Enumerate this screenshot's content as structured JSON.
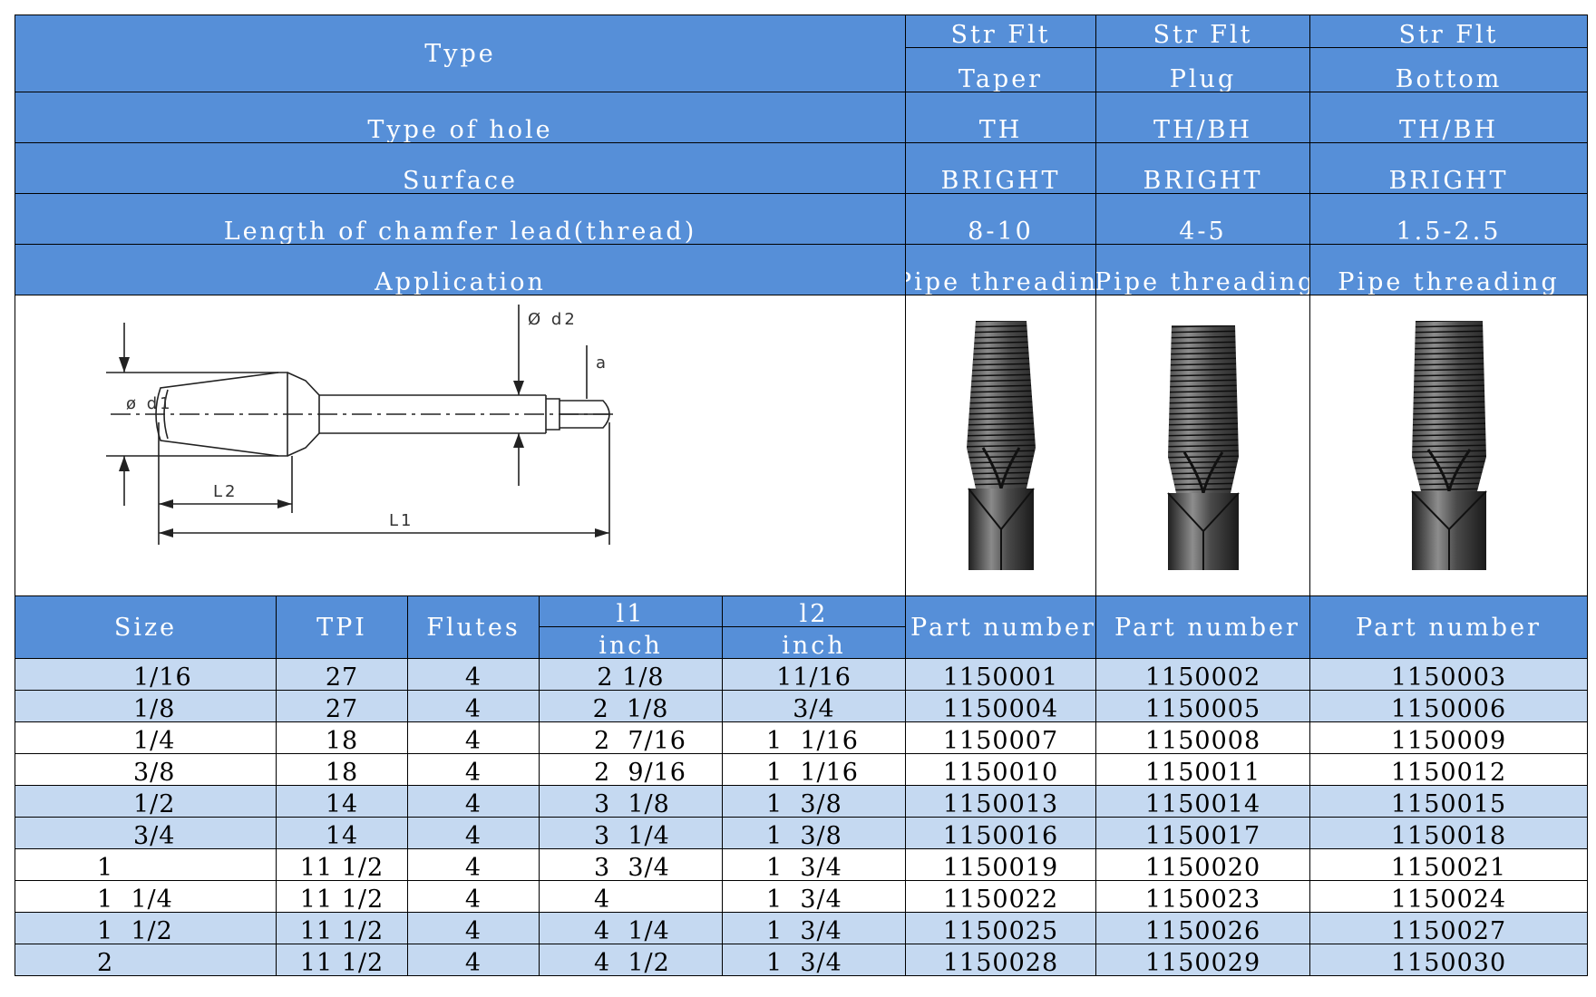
{
  "header": {
    "type_label": "Type",
    "type_of_hole_label": "Type of hole",
    "surface_label": "Surface",
    "chamfer_label": "Length of chamfer lead(thread)",
    "application_label": "Application",
    "variants": [
      {
        "line1": "Str Flt",
        "line2": "Taper",
        "hole": "TH",
        "surface": "BRIGHT",
        "chamfer": "8-10",
        "application": "Pipe threading"
      },
      {
        "line1": "Str Flt",
        "line2": "Plug",
        "hole": "TH/BH",
        "surface": "BRIGHT",
        "chamfer": "4-5",
        "application": "Pipe threading"
      },
      {
        "line1": "Str Flt",
        "line2": "Bottom",
        "hole": "TH/BH",
        "surface": "BRIGHT",
        "chamfer": "1.5-2.5",
        "application": "Pipe threading"
      }
    ]
  },
  "diagram": {
    "labels": {
      "d1": "ø d1",
      "d2": "Ø d2",
      "a": "a",
      "l2": "L2",
      "l1": "L1"
    }
  },
  "columns": {
    "size": "Size",
    "tpi": "TPI",
    "flutes": "Flutes",
    "l1": "l1",
    "l2": "l2",
    "inch": "inch",
    "part_number": "Part number"
  },
  "rows": [
    {
      "size": "1/16",
      "tpi": "27",
      "flutes": "4",
      "l1": "2 1/8",
      "l2": "11/16",
      "p1": "1150001",
      "p2": "1150002",
      "p3": "1150003"
    },
    {
      "size": "1/8",
      "tpi": "27",
      "flutes": "4",
      "l1": "2  1/8",
      "l2": "3/4",
      "p1": "1150004",
      "p2": "1150005",
      "p3": "1150006"
    },
    {
      "size": "1/4",
      "tpi": "18",
      "flutes": "4",
      "l1": "2  7/16",
      "l2": "1  1/16",
      "p1": "1150007",
      "p2": "1150008",
      "p3": "1150009"
    },
    {
      "size": "3/8",
      "tpi": "18",
      "flutes": "4",
      "l1": "2  9/16",
      "l2": "1  1/16",
      "p1": "1150010",
      "p2": "1150011",
      "p3": "1150012"
    },
    {
      "size": "1/2",
      "tpi": "14",
      "flutes": "4",
      "l1": "3  1/8",
      "l2": "1  3/8",
      "p1": "1150013",
      "p2": "1150014",
      "p3": "1150015"
    },
    {
      "size": "3/4",
      "tpi": "14",
      "flutes": "4",
      "l1": "3  1/4",
      "l2": "1  3/8",
      "p1": "1150016",
      "p2": "1150017",
      "p3": "1150018"
    },
    {
      "size": "1",
      "tpi": "11 1/2",
      "flutes": "4",
      "l1": "3  3/4",
      "l2": "1  3/4",
      "p1": "1150019",
      "p2": "1150020",
      "p3": "1150021"
    },
    {
      "size": "1  1/4",
      "tpi": "11 1/2",
      "flutes": "4",
      "l1": "4",
      "l2": "1  3/4",
      "p1": "1150022",
      "p2": "1150023",
      "p3": "1150024"
    },
    {
      "size": "1  1/2",
      "tpi": "11 1/2",
      "flutes": "4",
      "l1": "4  1/4",
      "l2": "1  3/4",
      "p1": "1150025",
      "p2": "1150026",
      "p3": "1150027"
    },
    {
      "size": "2",
      "tpi": "11 1/2",
      "flutes": "4",
      "l1": "4  1/2",
      "l2": "1  3/4",
      "p1": "1150028",
      "p2": "1150029",
      "p3": "1150030"
    }
  ],
  "colors": {
    "header_bg": "#568fd8",
    "band_light": "#c5d9f1",
    "header_text": "#ffffff"
  },
  "icons": [
    "tap-drawing-icon",
    "taper-tap-icon",
    "plug-tap-icon",
    "bottom-tap-icon"
  ]
}
